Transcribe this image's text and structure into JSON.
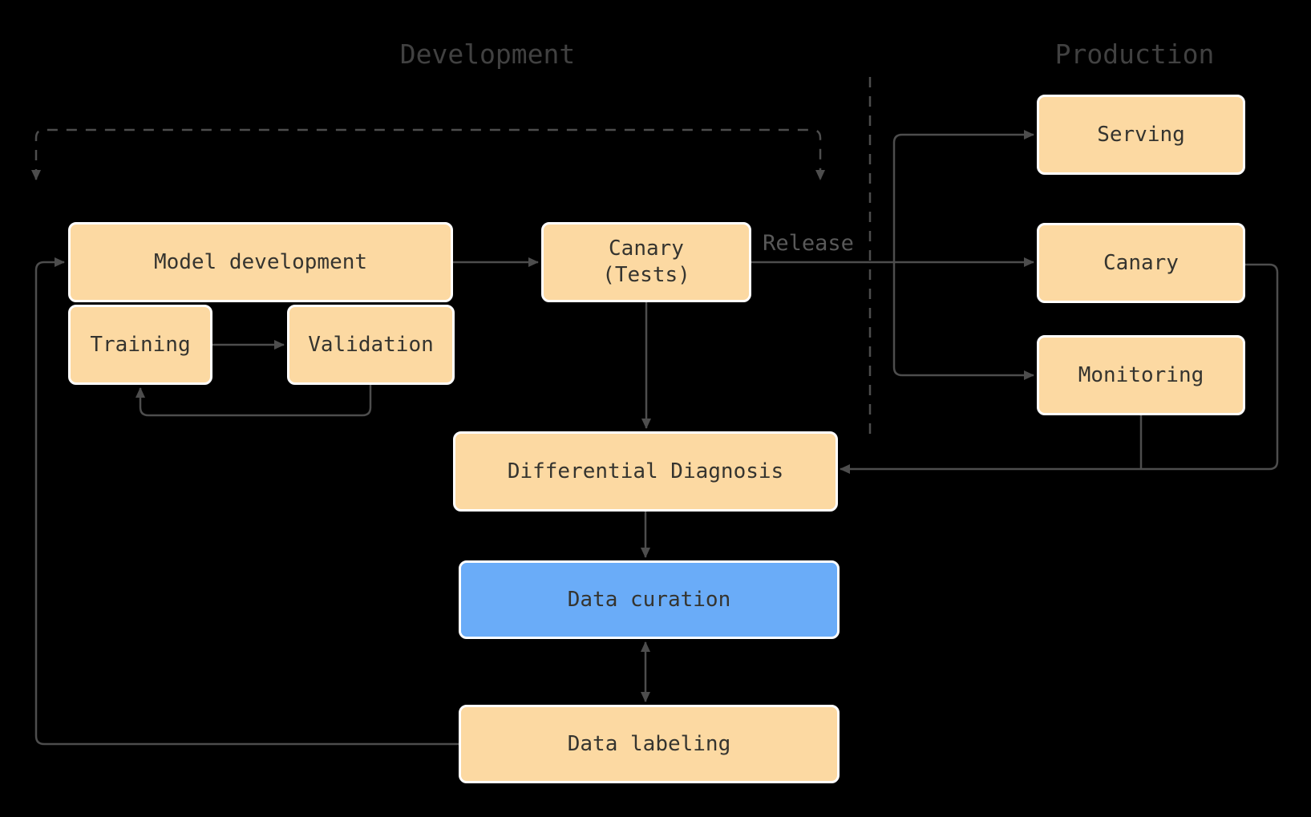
{
  "diagram": {
    "title_sections": {
      "development": "Development",
      "production": "Production"
    },
    "edge_labels": {
      "release": "Release"
    },
    "nodes": {
      "model_development": {
        "label": "Model development"
      },
      "training": {
        "label": "Training"
      },
      "validation": {
        "label": "Validation"
      },
      "canary_tests": {
        "label_line1": "Canary",
        "label_line2": "(Tests)"
      },
      "serving": {
        "label": "Serving"
      },
      "canary": {
        "label": "Canary"
      },
      "monitoring": {
        "label": "Monitoring"
      },
      "differential_diagnosis": {
        "label": "Differential Diagnosis"
      },
      "data_curation": {
        "label": "Data curation"
      },
      "data_labeling": {
        "label": "Data labeling"
      }
    },
    "edges": [
      {
        "from": "data_labeling",
        "to": "model_development",
        "style": "solid",
        "direction": "one-way"
      },
      {
        "from": "model_development",
        "to": "canary_tests",
        "style": "solid",
        "direction": "one-way"
      },
      {
        "from": "training",
        "to": "validation",
        "style": "solid",
        "direction": "one-way"
      },
      {
        "from": "validation",
        "to": "training",
        "style": "solid",
        "direction": "one-way"
      },
      {
        "from": "canary_tests",
        "to": "serving",
        "style": "solid",
        "direction": "one-way",
        "label": "Release"
      },
      {
        "from": "canary_tests",
        "to": "canary",
        "style": "solid",
        "direction": "one-way",
        "label": "Release"
      },
      {
        "from": "canary_tests",
        "to": "monitoring",
        "style": "solid",
        "direction": "one-way",
        "label": "Release"
      },
      {
        "from": "canary_tests",
        "to": "differential_diagnosis",
        "style": "solid",
        "direction": "one-way"
      },
      {
        "from": "canary",
        "to": "differential_diagnosis",
        "style": "solid",
        "direction": "one-way"
      },
      {
        "from": "monitoring",
        "to": "differential_diagnosis",
        "style": "solid",
        "direction": "one-way"
      },
      {
        "from": "differential_diagnosis",
        "to": "data_curation",
        "style": "solid",
        "direction": "one-way"
      },
      {
        "from": "data_curation",
        "to": "data_labeling",
        "style": "solid",
        "direction": "two-way"
      },
      {
        "from": "release_area",
        "to": "development_area",
        "style": "dashed",
        "direction": "two-way"
      }
    ],
    "colors": {
      "background": "#000000",
      "node_fill": "#FCD9A2",
      "node_fill_highlight": "#6AACF8",
      "node_border": "#FFFFFF",
      "node_text": "#35342F",
      "connector": "#4D4D4D",
      "section_label_text": "#414141",
      "release_label_text": "#595959"
    }
  }
}
